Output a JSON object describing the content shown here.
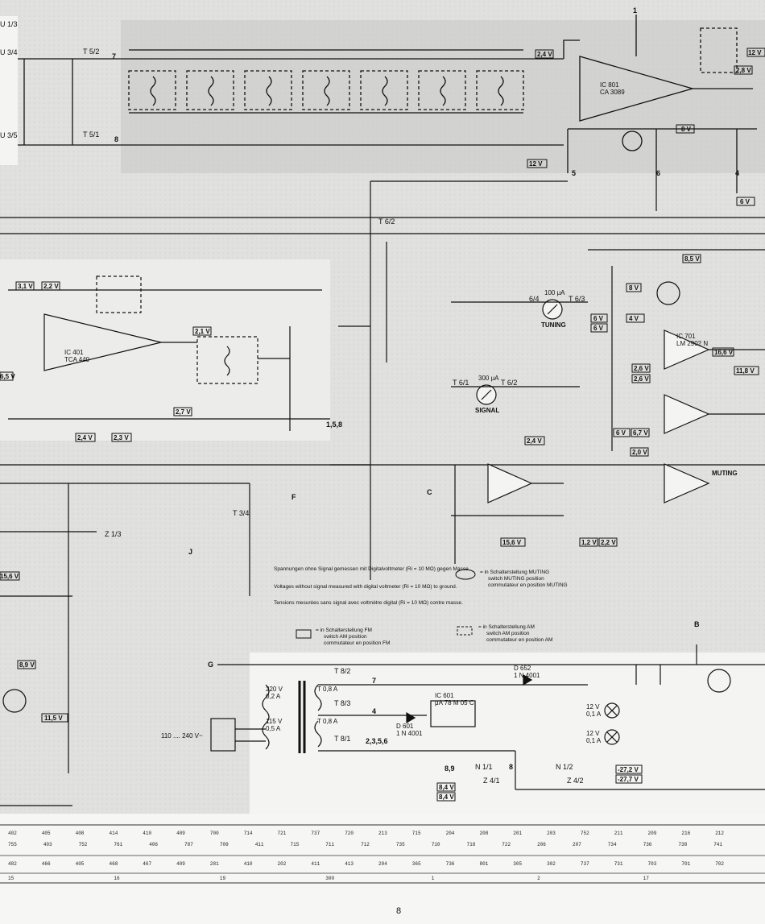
{
  "connectors": {
    "t52": "T 5/2",
    "t51": "T 5/1",
    "t62": "T 6/2",
    "t63": "T 6/3",
    "t64": "6/4",
    "t61": "T 6/1",
    "t62b": "T 6/2",
    "t34": "T 3/4",
    "t82": "T 8/2",
    "t83": "T 8/3",
    "t81": "T 8/1",
    "n11": "N 1/1",
    "n12": "N 1/2",
    "z41": "Z 4/1",
    "z42": "Z 4/2",
    "pin7": "7",
    "pin8": "8",
    "pin5": "5",
    "pin6": "6",
    "pin4": "4",
    "pin1": "1",
    "pin7b": "7",
    "pin4b": "4",
    "pin_group": "2,3,5,6",
    "pin89": "8,9",
    "pin89b": "8",
    "c": "C",
    "f": "F",
    "j": "J",
    "g": "G",
    "b": "B",
    "z13": "Z 1/3",
    "u13": "U 1/3",
    "u34": "U 3/4",
    "u35": "U 3/5",
    "b158": "1,5,8"
  },
  "voltages": {
    "v124": "12 V",
    "v24": "2,4 V",
    "v28": "2,8 V",
    "v18": "8 V",
    "v12": "12 V",
    "v6": "6 V",
    "v31": "3,1 V",
    "v22": "2,2 V",
    "v21": "2,1 V",
    "v27": "2,7 V",
    "v24b": "2,4 V",
    "v23": "2,3 V",
    "v65": "6,5 V",
    "v85": "8,5 V",
    "v8": "8 V",
    "v6a": "6 V",
    "v6b": "6 V",
    "v4": "4 V",
    "v26": "2,6 V",
    "v156": "15,6 V",
    "v115": "11,5 V",
    "v26a": "2,6 V",
    "v89": "8,9 V",
    "v166": "16,6 V",
    "v24c": "2,4 V",
    "v6c": "6 V",
    "v67": "6,7 V",
    "v156b": "15,6 V",
    "v12b": "1,2 V",
    "v22b": "2,2 V",
    "v20": "2,0 V",
    "v118": "11,8 V",
    "v84": "8,4 V",
    "v84b": "8,4 V",
    "v272": "-27,2 V",
    "v277": "-27,7 V"
  },
  "components": {
    "ic801": "IC 801\nCA 3089",
    "ic701": "IC 701\nLM 2902 N",
    "ic401": "IC 401\nTCA 440",
    "ic601": "IC 601\nμA 78 M 05 C",
    "tuning": "TUNING",
    "signal": "SIGNAL",
    "muting": "MUTING",
    "tuning_scale": "100 μA",
    "signal_scale": "300 μA",
    "mains": "110 .... 240 V~",
    "t220": "220 V\n0,2 A",
    "t115": "115 V\n0,5 A",
    "fuse1": "T 0,8 A",
    "fuse2": "T 0,8 A",
    "lamp1": "12 V\n0,1 A",
    "lamp2": "12 V\n0,1 A",
    "d652": "D 652\n1 N 4001",
    "d601": "D 601\n1 N 4001"
  },
  "notes": {
    "note1": "Spannungen ohne Signal gemessen mit Digitalvoltmeter (Ri = 10 MΩ) gegen Masse.",
    "note2": "Voltages without signal measured with digital voltmeter (Ri = 10 MΩ) to ground.",
    "note3": "Tensions mesurées sans signal avec voltmètre digital (Ri = 10 MΩ) contre masse.",
    "legend_fm_de": "= in Schalterstellung FM",
    "legend_fm_en": "switch AM position",
    "legend_fm_fr": "commutateur en position FM",
    "legend_mute_de": "= in Schalterstellung MUTING",
    "legend_mute_en": "switch MUTING position",
    "legend_mute_fr": "commutateur en position MUTING",
    "legend_am_de": "= in Schalterstellung AM",
    "legend_am_en": "switch AM position",
    "legend_am_fr": "commutateur en position AM"
  },
  "parts_table": {
    "row1": [
      "402",
      "405",
      "408",
      "414",
      "410",
      "409",
      "700",
      "714",
      "721",
      "737",
      "720",
      "213",
      "715",
      "204",
      "208",
      "201",
      "203",
      "752",
      "211",
      "209",
      "216",
      "212"
    ],
    "row2": [
      "755",
      "403",
      "752",
      "761",
      "406",
      "787",
      "709",
      "411",
      "715",
      "711",
      "712",
      "735",
      "710",
      "718",
      "722",
      "206",
      "207",
      "734",
      "736",
      "738",
      "741"
    ],
    "row3": [
      "482",
      "466",
      "405",
      "468",
      "467",
      "409",
      "281",
      "410",
      "202",
      "411",
      "413",
      "204",
      "365",
      "736",
      "801",
      "305",
      "302",
      "737",
      "731",
      "703",
      "701",
      "702"
    ],
    "row4": [
      "15",
      "16",
      "19",
      "300",
      "1",
      "2",
      "17"
    ]
  },
  "page_number": "8"
}
